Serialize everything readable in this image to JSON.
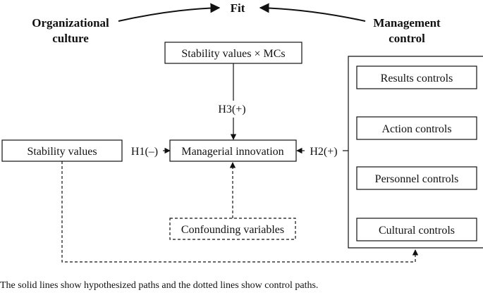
{
  "headers": {
    "fit": "Fit",
    "org_culture_line1": "Organizational",
    "org_culture_line2": "culture",
    "mgmt_control_line1": "Management",
    "mgmt_control_line2": "control"
  },
  "boxes": {
    "stability_mcs": "Stability values × MCs",
    "stability_values": "Stability values",
    "managerial_innovation": "Managerial innovation",
    "confounding_variables": "Confounding variables"
  },
  "controls": [
    "Results controls",
    "Action controls",
    "Personnel controls",
    "Cultural controls"
  ],
  "hypotheses": {
    "h1": "H1(–)",
    "h2": "H2(+)",
    "h3": "H3(+)"
  },
  "caption": "The solid lines show hypothesized paths and the dotted lines show control paths."
}
